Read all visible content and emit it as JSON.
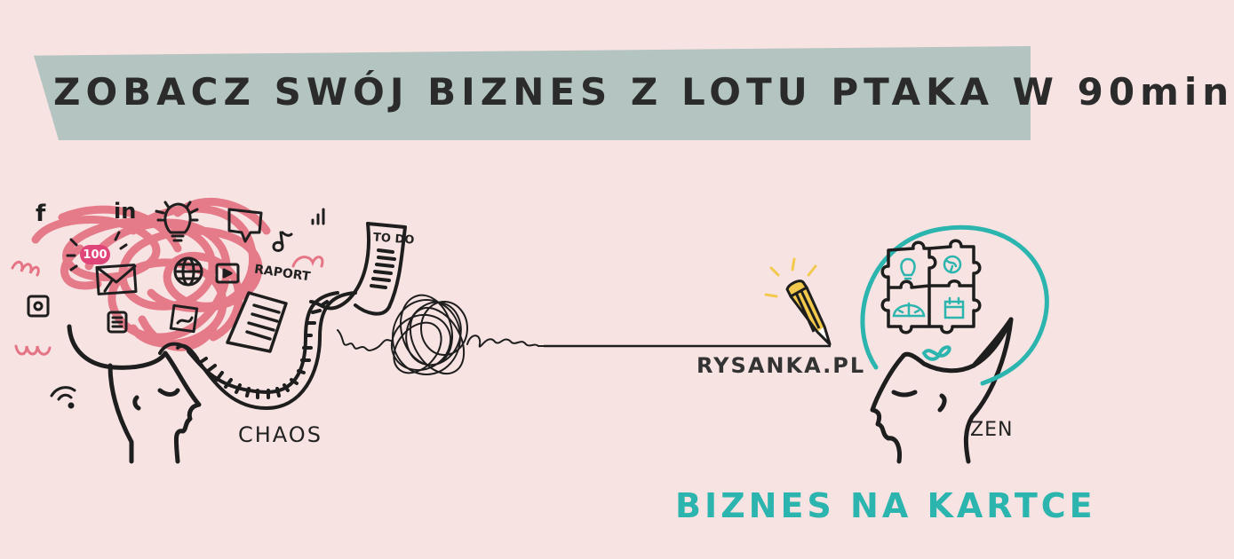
{
  "banner": {
    "title": "ZOBACZ SWÓJ BIZNES Z LOTU PTAKA W 90min",
    "background_color": "#b4c5c1",
    "text_color": "#2b2b2b"
  },
  "illustration": {
    "left_head": {
      "caption": "CHAOS",
      "icons": [
        "facebook-icon",
        "linkedin-icon",
        "lightbulb-icon",
        "speech-bubble-icon",
        "signal-bars-icon",
        "tiktok-icon",
        "notification-badge-icon",
        "envelope-icon",
        "globe-icon",
        "video-play-icon",
        "instagram-icon",
        "document-icon",
        "image-icon",
        "wifi-icon"
      ],
      "notification_badge": "100",
      "facebook_glyph": "f",
      "linkedin_glyph": "in",
      "report_label": "RAPORT",
      "todo_label": "TO DO",
      "scribble_color": "#e57585"
    },
    "connector": {
      "description": "tangled line straightening into a straight line drawn by a pencil"
    },
    "pencil": {
      "color": "#f2c94c"
    },
    "site_label": "RYSANKA.PL",
    "right_head": {
      "caption": "ZEN",
      "puzzle_icons": [
        "lightbulb-icon",
        "globe-icon",
        "speedometer-icon",
        "calendar-icon"
      ],
      "infinity_icon": "infinity-icon",
      "halo_color": "#2bb5ae"
    }
  },
  "brand": {
    "name": "BIZNES NA KARTCE",
    "color": "#2bb5ae"
  },
  "background_color": "#f8e3e3"
}
